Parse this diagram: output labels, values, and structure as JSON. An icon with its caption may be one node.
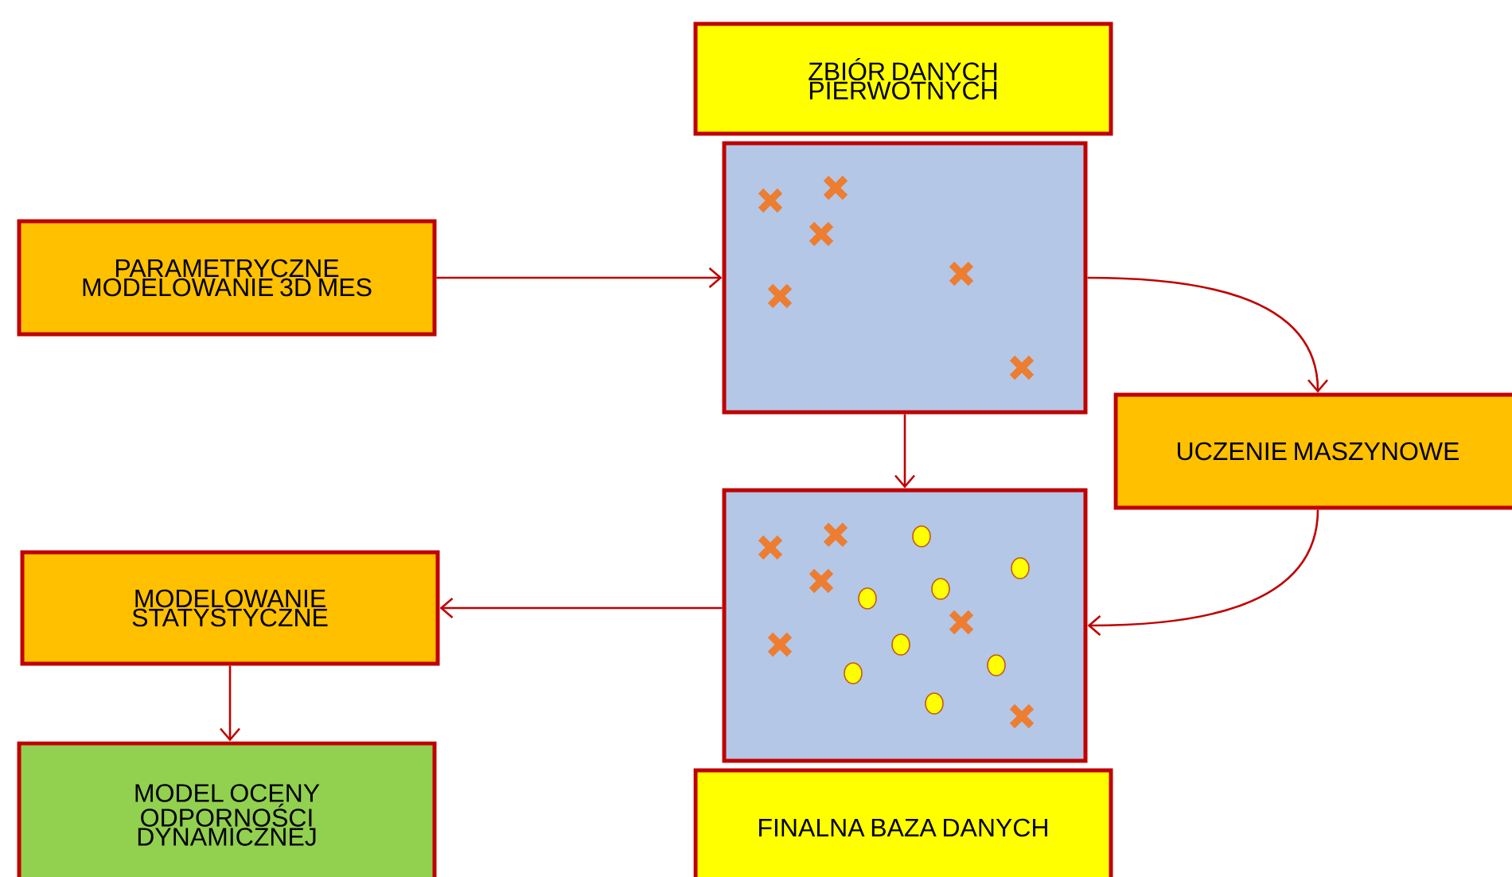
{
  "diagram": {
    "nodes": [
      {
        "text": [
          "ZBIÓR DANYCH PIERWOTNYCH"
        ]
      },
      {
        "text": [
          "PARAMETRYCZNE MODELOWANIE 3D MES"
        ]
      },
      {
        "text": [],
        "shape": "box"
      },
      {
        "text": [
          "UCZENIE MASZYNOWE"
        ]
      },
      {
        "text": [],
        "shape": "box"
      },
      {
        "text": [
          "MODELOWANIE STATYSTYCZNE"
        ]
      },
      {
        "text": [
          "MODEL OCENY ODPORNOŚCI DYNAMICZNEJ"
        ]
      },
      {
        "text": [
          "FINALNA BAZA DANYCH"
        ]
      }
    ],
    "edges": [
      {
        "from": 1,
        "to": 2,
        "arrow": "to"
      },
      {
        "from": 2,
        "to": 3,
        "arrow": "to"
      },
      {
        "from": 3,
        "to": 4,
        "arrow": "to"
      },
      {
        "from": 2,
        "to": 4,
        "arrow": "to"
      },
      {
        "from": 4,
        "to": 5,
        "arrow": "to"
      },
      {
        "from": 5,
        "to": 6,
        "arrow": "to"
      }
    ]
  }
}
